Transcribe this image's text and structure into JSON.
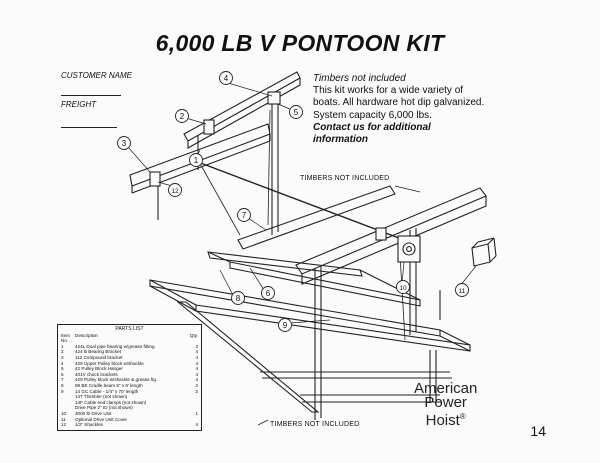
{
  "title": "6,000 LB V PONTOON KIT",
  "form": {
    "customer_label": "CUSTOMER NAME",
    "freight_label": "FREIGHT"
  },
  "note": {
    "heading": "Timbers not included",
    "line1": "This kit works for a wide variety of",
    "line2": "boats.  All hardware hot dip galvanized.",
    "line3": "System capacity 6,000 lbs.",
    "contact1": "Contact us for additional",
    "contact2": "information"
  },
  "callouts": {
    "top": "TIMBERS NOT INCLUDED",
    "bottom": "TIMBERS NOT INCLUDED"
  },
  "part_markers": [
    "1",
    "2",
    "3",
    "4",
    "5",
    "6",
    "7",
    "8",
    "9",
    "10",
    "11",
    "12"
  ],
  "parts_list": {
    "title": "PARTS LIST",
    "headers": [
      "Item No.",
      "Description",
      "Qty."
    ],
    "rows": [
      {
        "no": "1",
        "desc": "424L Dual pipe bearing w/grease fitting",
        "qty": "2"
      },
      {
        "no": "2",
        "desc": "424 B Bearing Bracket",
        "qty": "4"
      },
      {
        "no": "3",
        "desc": "112 Compound bracket",
        "qty": "4"
      },
      {
        "no": "4",
        "desc": "429 Upper Pulley block w/shackle",
        "qty": "4"
      },
      {
        "no": "5",
        "desc": "42 Pulley Block Hanger",
        "qty": "4"
      },
      {
        "no": "6",
        "desc": "401V chock brackets",
        "qty": "4"
      },
      {
        "no": "7",
        "desc": "429 Pulley block w/shackle & grease ftg.",
        "qty": "4"
      },
      {
        "no": "8",
        "desc": "99 BE Cradle beam 5\" x 9' length",
        "qty": "2"
      },
      {
        "no": "9",
        "desc": "14 GC Cable - 1/4\" x 70' length",
        "qty": "2"
      },
      {
        "no": "",
        "desc": "14T Thimbler (not shown)",
        "qty": ""
      },
      {
        "no": "",
        "desc": "14F Cable end clamps (not shown)",
        "qty": ""
      },
      {
        "no": "",
        "desc": "Drive Pipe 2\" ID (not shown)",
        "qty": ""
      },
      {
        "no": "10",
        "desc": "3000 lb Drive Unit",
        "qty": "1"
      },
      {
        "no": "11",
        "desc": "Optional Drive Unit Cover",
        "qty": ""
      },
      {
        "no": "12",
        "desc": "1/2\" Shackles",
        "qty": "4"
      }
    ]
  },
  "brand": {
    "line1": "American",
    "line2": "Power",
    "line3": "Hoist",
    "mark": "®"
  },
  "page_number": "14"
}
